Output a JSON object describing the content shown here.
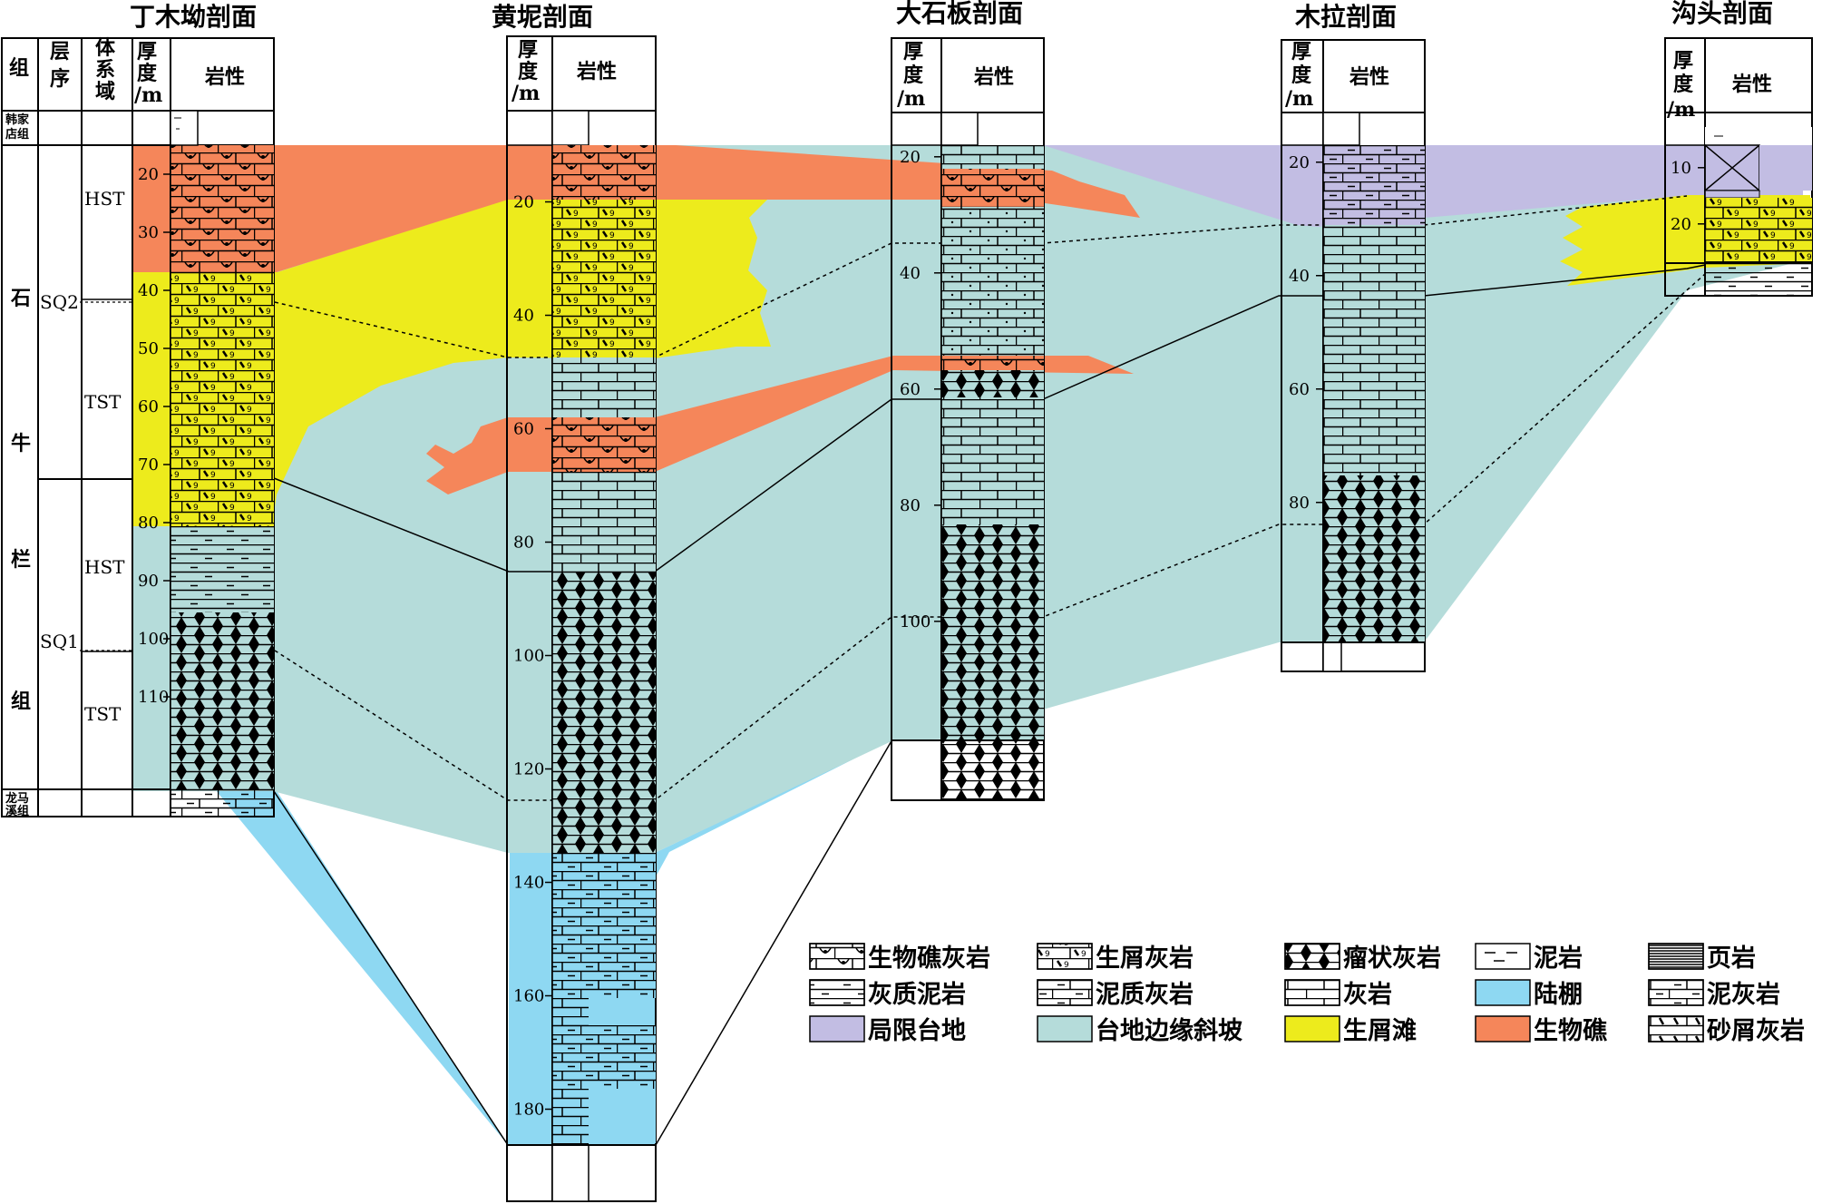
{
  "sections": [
    {
      "key": "dingmu",
      "title": "丁木坳剖面"
    },
    {
      "key": "huangni",
      "title": "黄坭剖面"
    },
    {
      "key": "dashiban",
      "title": "大石板剖面"
    },
    {
      "key": "mula",
      "title": "木拉剖面"
    },
    {
      "key": "goutou",
      "title": "沟头剖面"
    }
  ],
  "headers": {
    "group": "组",
    "sequence": "层序",
    "systems_tract": "体系域",
    "thickness": [
      "厚",
      "度",
      "/m"
    ],
    "lithology": "岩性"
  },
  "formations": {
    "top": "韩家店组",
    "main": [
      "石",
      "牛",
      "栏",
      "组"
    ],
    "bottom": "龙马溪组"
  },
  "sequences": [
    "SQ2",
    "SQ1"
  ],
  "systems_tracts": [
    "HST",
    "TST",
    "HST",
    "TST"
  ],
  "depth_ticks": {
    "dingmu": [
      "20",
      "30",
      "40",
      "50",
      "60",
      "70",
      "80",
      "90",
      "100",
      "110"
    ],
    "huangni": [
      "20",
      "40",
      "60",
      "80",
      "100",
      "120",
      "140",
      "160",
      "180"
    ],
    "dashiban": [
      "20",
      "40",
      "60",
      "80",
      "100"
    ],
    "mula": [
      "20",
      "40",
      "60",
      "80"
    ],
    "goutou": [
      "10",
      "20"
    ]
  },
  "legend": [
    {
      "label": "生物礁灰岩",
      "icon": "reef-limestone"
    },
    {
      "label": "生屑灰岩",
      "icon": "bioclastic-limestone"
    },
    {
      "label": "瘤状灰岩",
      "icon": "nodular-limestone"
    },
    {
      "label": "泥岩",
      "icon": "mudstone"
    },
    {
      "label": "页岩",
      "icon": "shale"
    },
    {
      "label": "灰质泥岩",
      "icon": "calcareous-mudstone"
    },
    {
      "label": "泥质灰岩",
      "icon": "argillaceous-limestone"
    },
    {
      "label": "灰岩",
      "icon": "limestone"
    },
    {
      "label": "陆棚",
      "icon": "shelf-fill",
      "color": "#8ED8F2"
    },
    {
      "label": "泥灰岩",
      "icon": "marl"
    },
    {
      "label": "局限台地",
      "icon": "restricted-platform-fill",
      "color": "#C2BDE3"
    },
    {
      "label": "台地边缘斜坡",
      "icon": "platform-slope-fill",
      "color": "#B5DCDA"
    },
    {
      "label": "生屑滩",
      "icon": "bioclastic-shoal-fill",
      "color": "#EDEB1C"
    },
    {
      "label": "生物礁",
      "icon": "reef-fill",
      "color": "#F5865A"
    },
    {
      "label": "砂屑灰岩",
      "icon": "calcarenite"
    }
  ],
  "colors": {
    "slope": "#B5DCDA",
    "shelf": "#8ED8F2",
    "restricted": "#C2BDE3",
    "shoal": "#EDEB1C",
    "reef": "#F5865A"
  }
}
